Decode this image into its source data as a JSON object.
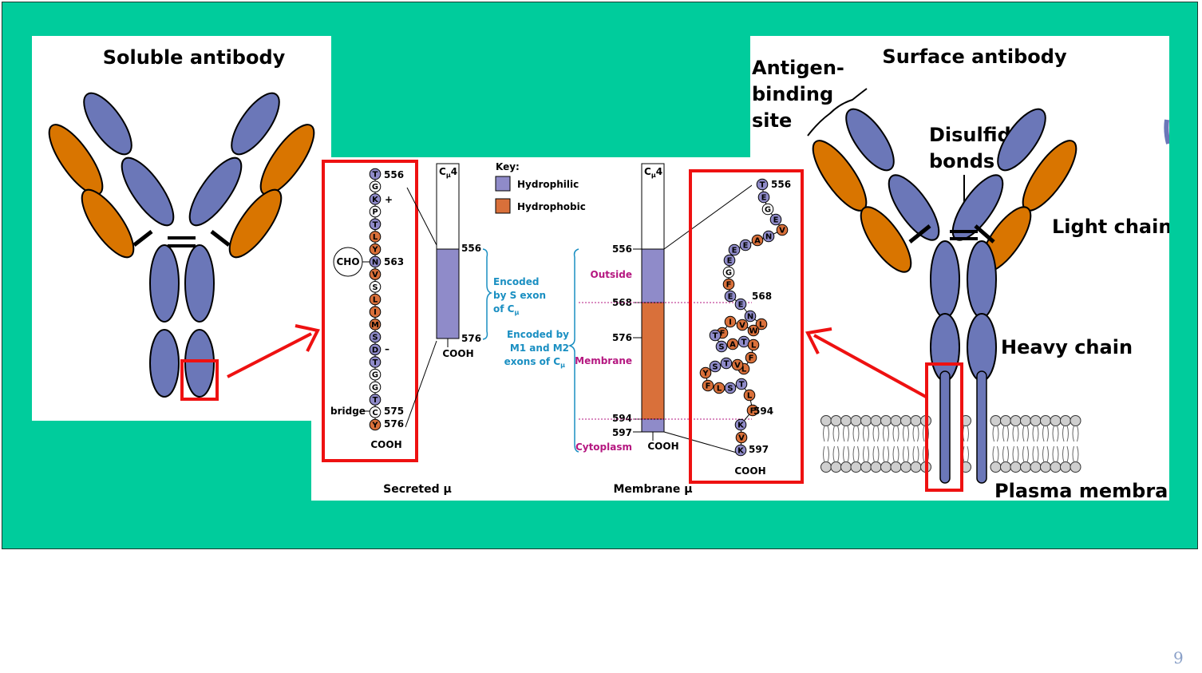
{
  "colors": {
    "background": "#00cc9c",
    "heavy_chain": "#6b77b8",
    "light_chain": "#d97500",
    "hydrophilic": "#8f8bc9",
    "hydrophobic": "#d9703a",
    "highlight_box": "#ee1111",
    "teal_label": "#1a8fc2",
    "magenta_label": "#b51780"
  },
  "left_panel": {
    "title": "Soluble antibody"
  },
  "right_panel": {
    "title": "Surface antibody",
    "antigen_binding_site": [
      "Antigen-",
      "binding",
      "site"
    ],
    "disulfide_bonds": [
      "Disulfide",
      "bonds"
    ],
    "light_chain": "Light chain",
    "heavy_chain": "Heavy chain",
    "plasma_membrane": "Plasma membrane"
  },
  "center_panel": {
    "key": {
      "title": "Key:",
      "hydrophilic": "Hydrophilic",
      "hydrophobic": "Hydrophobic"
    },
    "domain_label": "C",
    "domain_sub": "μ",
    "domain_num": "4",
    "cooh": "COOH",
    "secreted": {
      "caption": "Secreted μ",
      "residues": [
        "T",
        "G",
        "K",
        "P",
        "T",
        "L",
        "Y",
        "N",
        "V",
        "S",
        "L",
        "I",
        "M",
        "S",
        "D",
        "T",
        "G",
        "G",
        "T",
        "C",
        "Y"
      ],
      "residue_types": [
        "p",
        "n",
        "p",
        "n",
        "p",
        "h",
        "h",
        "p",
        "h",
        "n",
        "h",
        "h",
        "h",
        "p",
        "p",
        "p",
        "n",
        "n",
        "p",
        "n",
        "h"
      ],
      "charges": {
        "plus": "+",
        "minus": "–"
      },
      "labels": {
        "n556": "556",
        "n563": "563",
        "n575": "575",
        "n576": "576",
        "cho": "CHO",
        "bridge": "bridge"
      },
      "bar_labels": {
        "top": "556",
        "bottom": "576"
      },
      "encoded": [
        "Encoded",
        "by S exon",
        "of C"
      ],
      "encoded_sub": "μ"
    },
    "membrane": {
      "caption": "Membrane μ",
      "positions": [
        "556",
        "568",
        "576",
        "594",
        "597"
      ],
      "regions": {
        "outside": "Outside",
        "membrane": "Membrane",
        "cytoplasm": "Cytoplasm"
      },
      "encoded": [
        "Encoded by",
        "M1 and M2",
        "exons of C"
      ],
      "encoded_sub": "μ",
      "res_numbers": {
        "n556": "556",
        "n568": "568",
        "n594": "594",
        "n597": "597"
      },
      "chain": [
        {
          "l": "T",
          "t": "p"
        },
        {
          "l": "E",
          "t": "p"
        },
        {
          "l": "G",
          "t": "n"
        },
        {
          "l": "E",
          "t": "p"
        },
        {
          "l": "V",
          "t": "h"
        },
        {
          "l": "N",
          "t": "p"
        },
        {
          "l": "A",
          "t": "h"
        },
        {
          "l": "E",
          "t": "p"
        },
        {
          "l": "E",
          "t": "p"
        },
        {
          "l": "E",
          "t": "p"
        },
        {
          "l": "G",
          "t": "n"
        },
        {
          "l": "F",
          "t": "h"
        },
        {
          "l": "E",
          "t": "p"
        },
        {
          "l": "E",
          "t": "p"
        },
        {
          "l": "N",
          "t": "p"
        },
        {
          "l": "L",
          "t": "h"
        },
        {
          "l": "W",
          "t": "h"
        },
        {
          "l": "V",
          "t": "h"
        },
        {
          "l": "I",
          "t": "h"
        },
        {
          "l": "F",
          "t": "h"
        },
        {
          "l": "T",
          "t": "p"
        },
        {
          "l": "S",
          "t": "p"
        },
        {
          "l": "A",
          "t": "h"
        },
        {
          "l": "T",
          "t": "p"
        },
        {
          "l": "L",
          "t": "h"
        },
        {
          "l": "F",
          "t": "h"
        },
        {
          "l": "L",
          "t": "h"
        },
        {
          "l": "V",
          "t": "h"
        },
        {
          "l": "T",
          "t": "p"
        },
        {
          "l": "S",
          "t": "p"
        },
        {
          "l": "Y",
          "t": "h"
        },
        {
          "l": "F",
          "t": "h"
        },
        {
          "l": "L",
          "t": "h"
        },
        {
          "l": "S",
          "t": "p"
        },
        {
          "l": "T",
          "t": "p"
        },
        {
          "l": "L",
          "t": "h"
        },
        {
          "l": "F",
          "t": "h"
        },
        {
          "l": "K",
          "t": "p"
        },
        {
          "l": "V",
          "t": "h"
        },
        {
          "l": "K",
          "t": "p"
        }
      ]
    }
  },
  "page_number": "9"
}
